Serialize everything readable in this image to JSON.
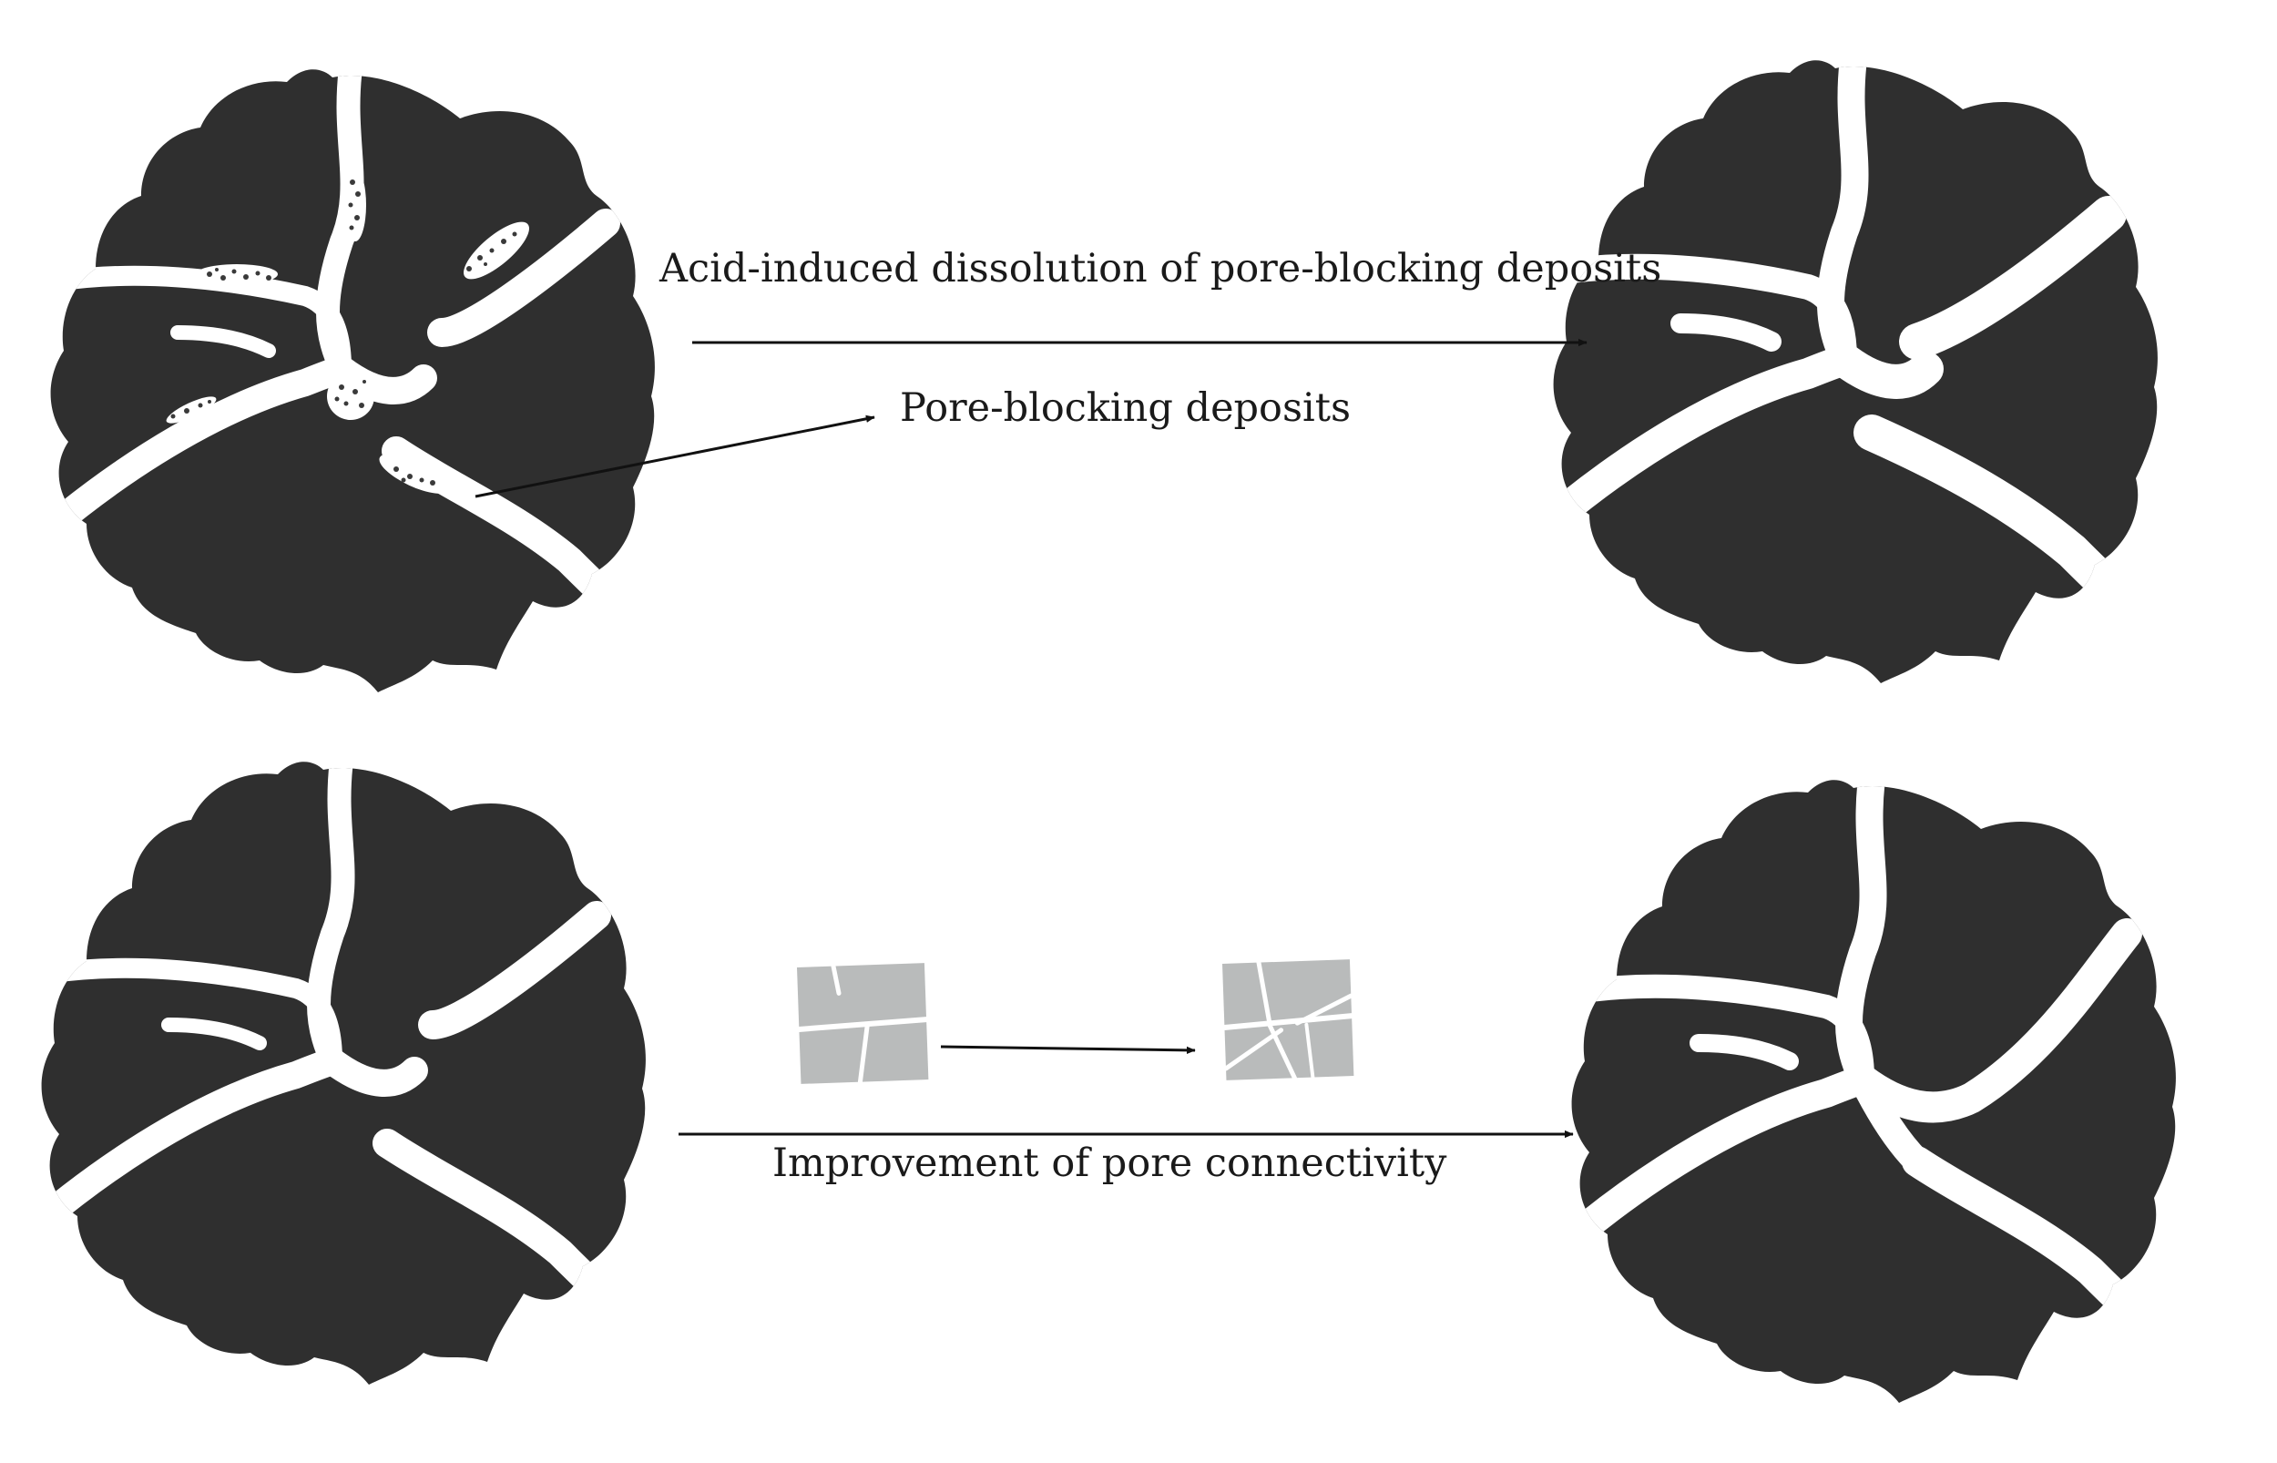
{
  "labels": {
    "dissolution": "Acid-induced dissolution of pore-blocking deposits",
    "deposits": "Pore-blocking deposits",
    "connectivity": "Improvement of pore connectivity"
  },
  "colors": {
    "particle": "#2f2f2f",
    "pore": "#ffffff",
    "fragment": "#b9bbbb",
    "deposit": "#3a3a3a",
    "arrow": "#111111"
  },
  "panels": [
    {
      "id": "before-acid",
      "state": "pores blocked by deposits"
    },
    {
      "id": "after-acid",
      "state": "deposits dissolved"
    },
    {
      "id": "before-fracture",
      "state": "initial pore network"
    },
    {
      "id": "after-fracture",
      "state": "pore connectivity improved"
    }
  ]
}
